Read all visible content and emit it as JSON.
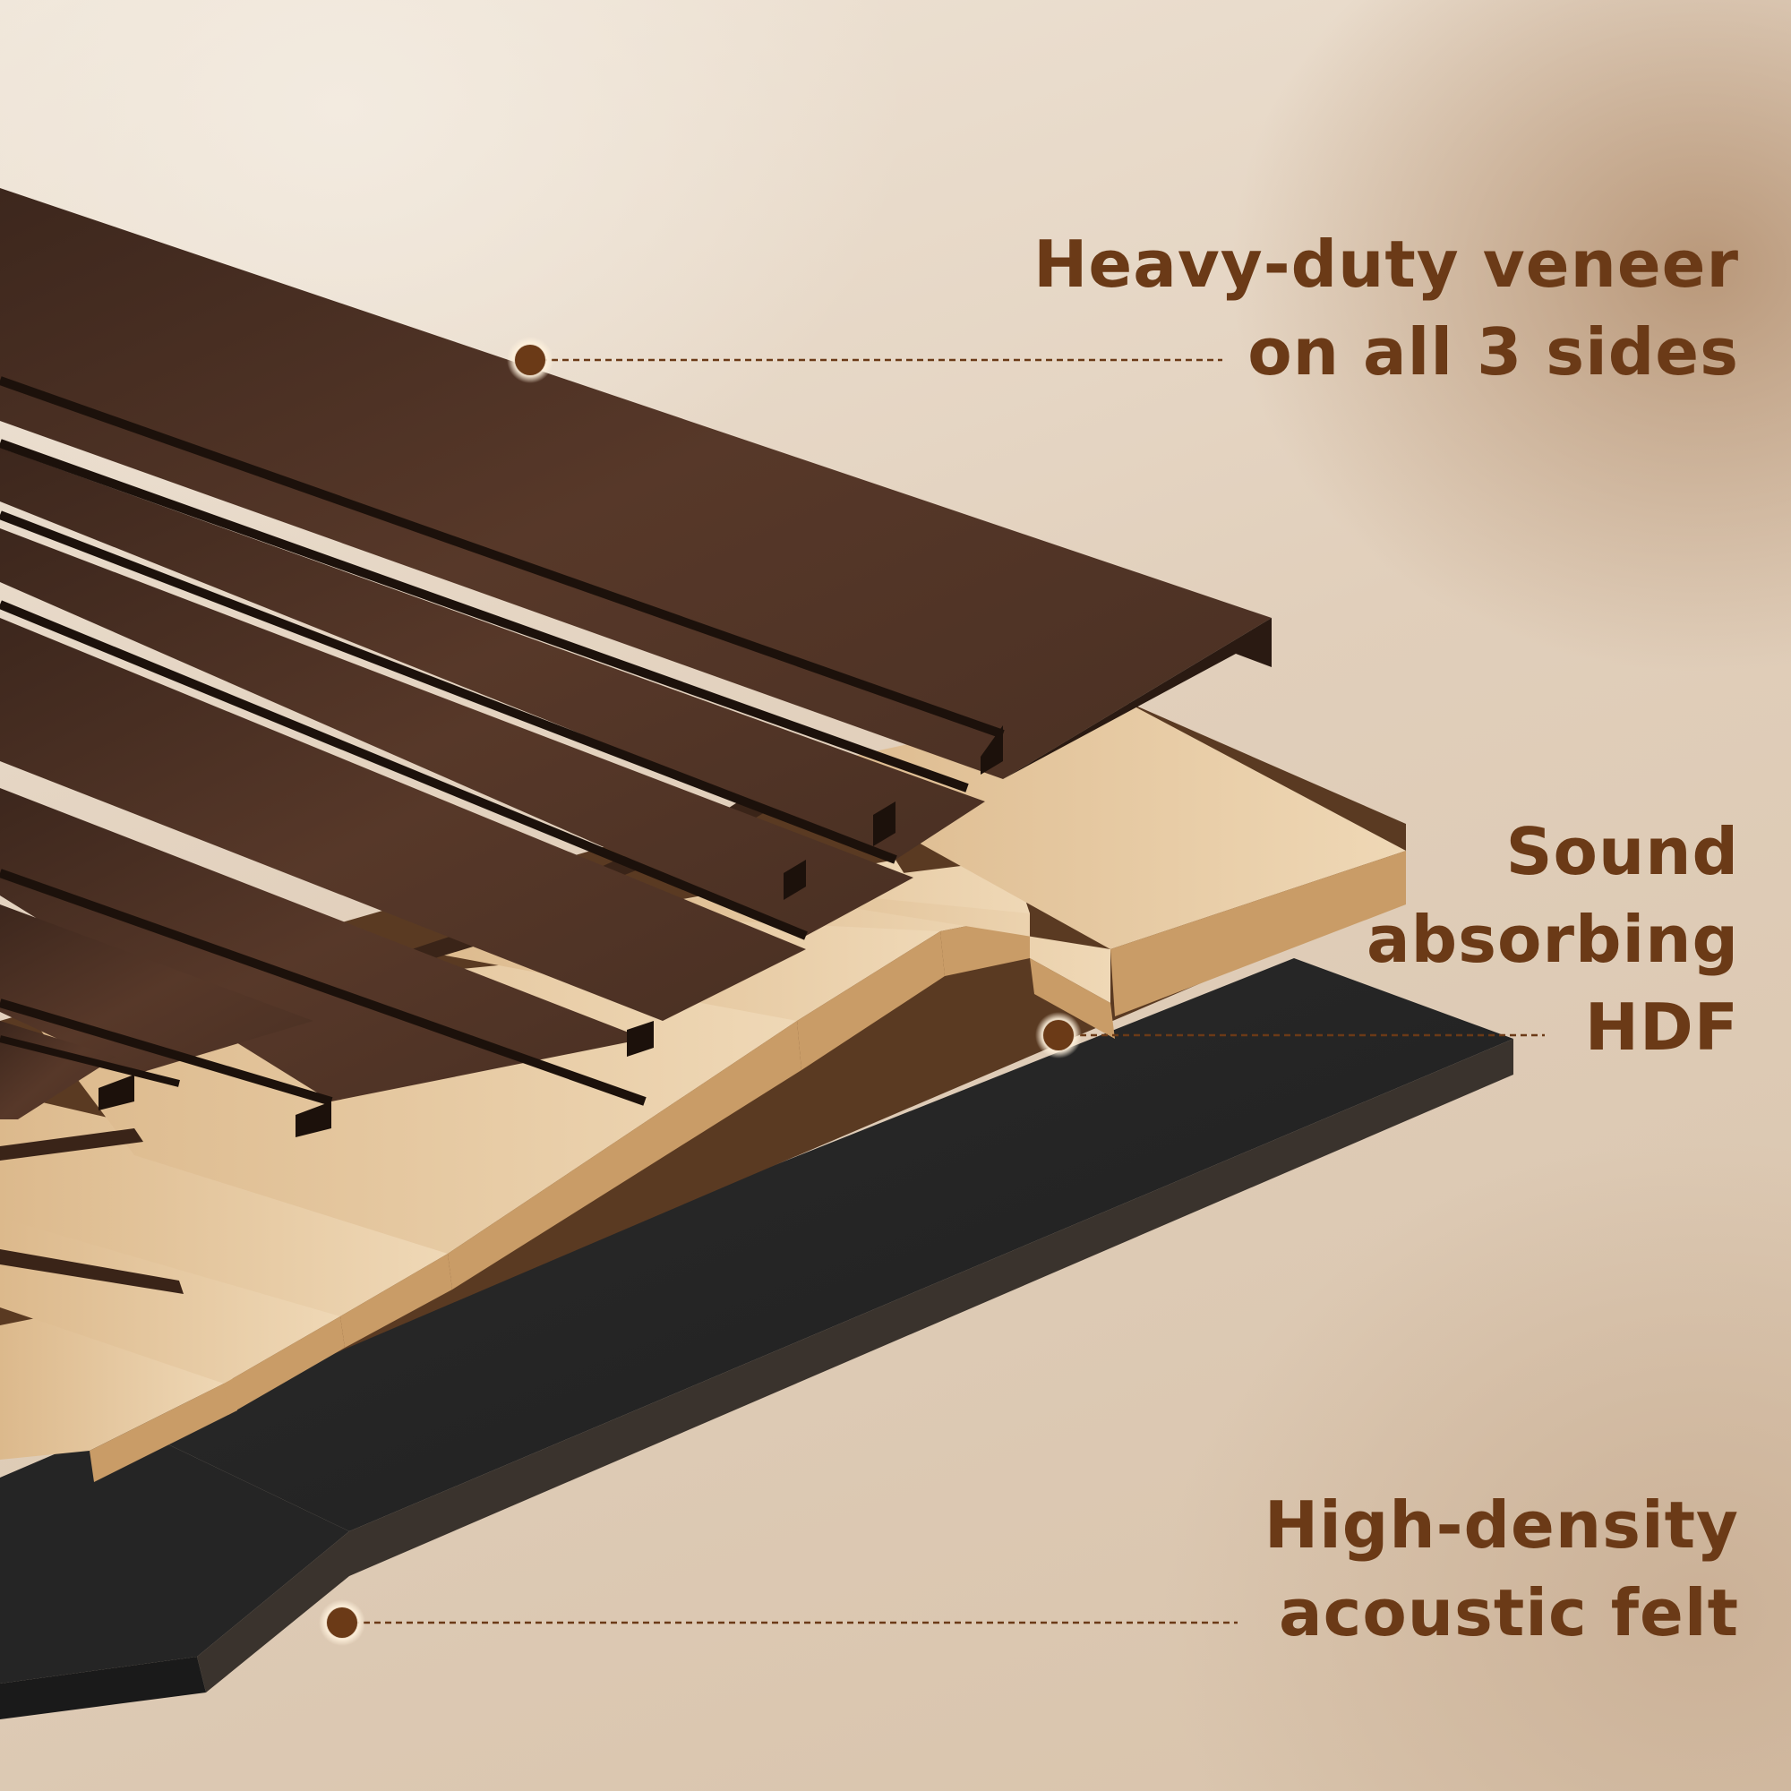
{
  "callouts": {
    "veneer": {
      "line1": "Heavy-duty veneer",
      "line2": "on all 3 sides"
    },
    "hdf": {
      "line1": "Sound",
      "line2": "absorbing",
      "line3": "HDF"
    },
    "felt": {
      "line1": "High-density",
      "line2": "acoustic felt"
    }
  },
  "colors": {
    "label_text": "#6b3a17",
    "callout_dot": "#6b3a17",
    "veneer_wood": "#4a2f22",
    "hdf_wood": "#e3c49a",
    "felt": "#262626"
  }
}
